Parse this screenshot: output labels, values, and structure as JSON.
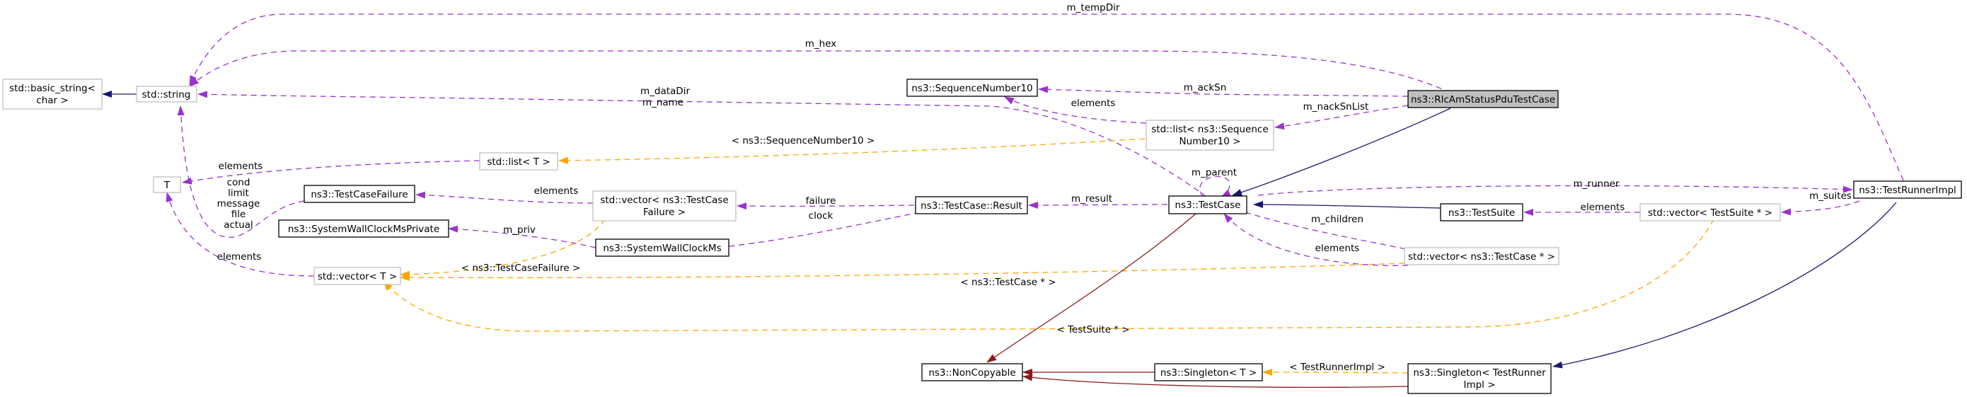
{
  "colors": {
    "usage": "#9a32cd",
    "template": "#ffa500",
    "public_inheritance": "#191970",
    "private_inheritance": "#8b1a1a",
    "focus_fill": "#bfbfbf"
  },
  "nodes": {
    "basic_string": [
      "std::basic_string<",
      "char >"
    ],
    "string": [
      "std::string"
    ],
    "T": [
      "T"
    ],
    "testcasefailure": [
      "ns3::TestCaseFailure"
    ],
    "syswallprivate": [
      "ns3::SystemWallClockMsPrivate"
    ],
    "vector_T": [
      "std::vector< T >"
    ],
    "list_T": [
      "std::list< T >"
    ],
    "vector_testcasefailure": [
      "std::vector< ns3::TestCase",
      "Failure >"
    ],
    "syswall": [
      "ns3::SystemWallClockMs"
    ],
    "seqnum": [
      "ns3::SequenceNumber10"
    ],
    "list_seqnum": [
      "std::list< ns3::Sequence",
      "Number10 >"
    ],
    "testcase_result": [
      "ns3::TestCase::Result"
    ],
    "testcase": [
      "ns3::TestCase"
    ],
    "noncopyable": [
      "ns3::NonCopyable"
    ],
    "singleton_T": [
      "ns3::Singleton< T >"
    ],
    "rlcam": [
      "ns3::RlcAmStatusPduTestCase"
    ],
    "vector_testcaseptr": [
      "std::vector< ns3::TestCase * >"
    ],
    "testsuite": [
      "ns3::TestSuite"
    ],
    "vector_testsuiteptr": [
      "std::vector< TestSuite * >"
    ],
    "testrunnerimpl": [
      "ns3::TestRunnerImpl"
    ],
    "singleton_testrunner": [
      "ns3::Singleton< TestRunner",
      "Impl >"
    ]
  },
  "edge_labels": {
    "m_tempDir": "m_tempDir",
    "m_hex": "m_hex",
    "m_dataDir": [
      "m_dataDir",
      "m_name"
    ],
    "m_ackSn": "m_ackSn",
    "m_nackSnList": "m_nackSnList",
    "elements_seq": "elements",
    "seqnum10_template": "< ns3::SequenceNumber10 >",
    "elements_list": "elements",
    "cond_list": [
      "cond",
      "limit",
      "message",
      "file",
      "actual"
    ],
    "elements_tcf": "elements",
    "m_parent": "m_parent",
    "m_runner": "m_runner",
    "m_suites": "m_suites",
    "failure": "failure",
    "clock": "clock",
    "m_result": "m_result",
    "m_priv": "m_priv",
    "elements_vecT": "elements",
    "testcasefailure_template": "< ns3::TestCaseFailure >",
    "testcaseptr_template": "< ns3::TestCase * >",
    "testsuiteptr_template": "< TestSuite * >",
    "m_children": "m_children",
    "elements_children": "elements",
    "elements_suites": "elements",
    "testrunnerimpl_template": "< TestRunnerImpl >"
  }
}
